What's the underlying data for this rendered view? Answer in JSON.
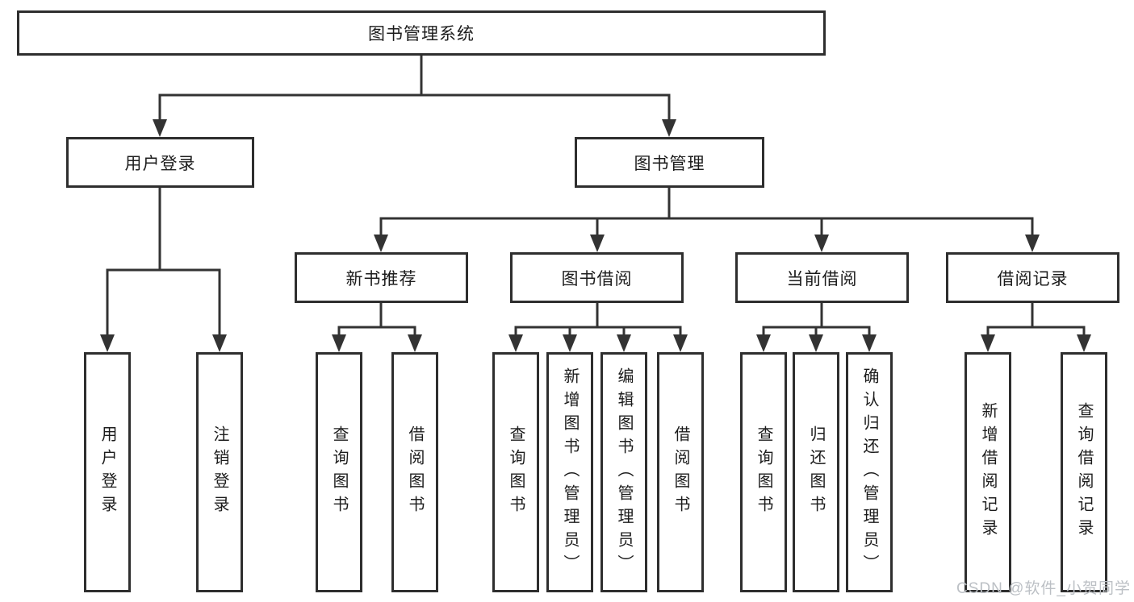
{
  "colors": {
    "line": "#333333",
    "box_border": "#2e2e2e",
    "box_fill": "#ffffff",
    "text": "#1c1c1c",
    "watermark": "#bcc0c5"
  },
  "watermark": {
    "text": "CSDN @软件_小贺同学"
  },
  "diagram": {
    "root": {
      "label": "图书管理系统"
    },
    "level2": [
      {
        "label": "用户登录"
      },
      {
        "label": "图书管理"
      }
    ],
    "level3": [
      {
        "label": "新书推荐"
      },
      {
        "label": "图书借阅"
      },
      {
        "label": "当前借阅"
      },
      {
        "label": "借阅记录"
      }
    ],
    "leaves": [
      {
        "parent": "用户登录",
        "label": "用户登录"
      },
      {
        "parent": "用户登录",
        "label": "注销登录"
      },
      {
        "parent": "新书推荐",
        "label": "查询图书"
      },
      {
        "parent": "新书推荐",
        "label": "借阅图书"
      },
      {
        "parent": "图书借阅",
        "label": "查询图书"
      },
      {
        "parent": "图书借阅",
        "label": "新增图书（管理员）"
      },
      {
        "parent": "图书借阅",
        "label": "编辑图书（管理员）"
      },
      {
        "parent": "图书借阅",
        "label": "借阅图书"
      },
      {
        "parent": "当前借阅",
        "label": "查询图书"
      },
      {
        "parent": "当前借阅",
        "label": "归还图书"
      },
      {
        "parent": "当前借阅",
        "label": "确认归还（管理员）"
      },
      {
        "parent": "借阅记录",
        "label": "新增借阅记录"
      },
      {
        "parent": "借阅记录",
        "label": "查询借阅记录"
      }
    ]
  }
}
